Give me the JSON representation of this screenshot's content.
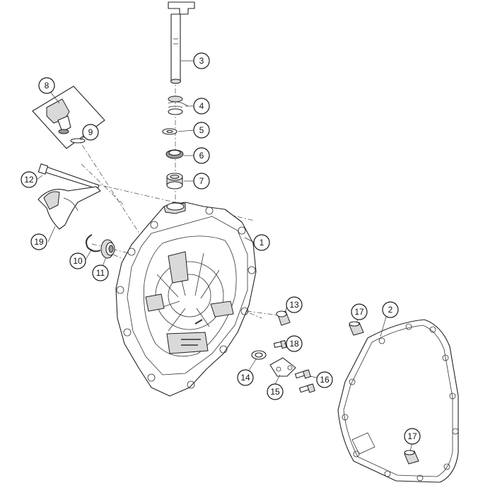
{
  "diagram": {
    "callouts": [
      "1",
      "2",
      "3",
      "4",
      "5",
      "6",
      "7",
      "8",
      "9",
      "10",
      "11",
      "12",
      "13",
      "14",
      "15",
      "16",
      "17",
      "17",
      "18",
      "19"
    ],
    "background_color": "#ffffff",
    "line_color": "#222222"
  }
}
